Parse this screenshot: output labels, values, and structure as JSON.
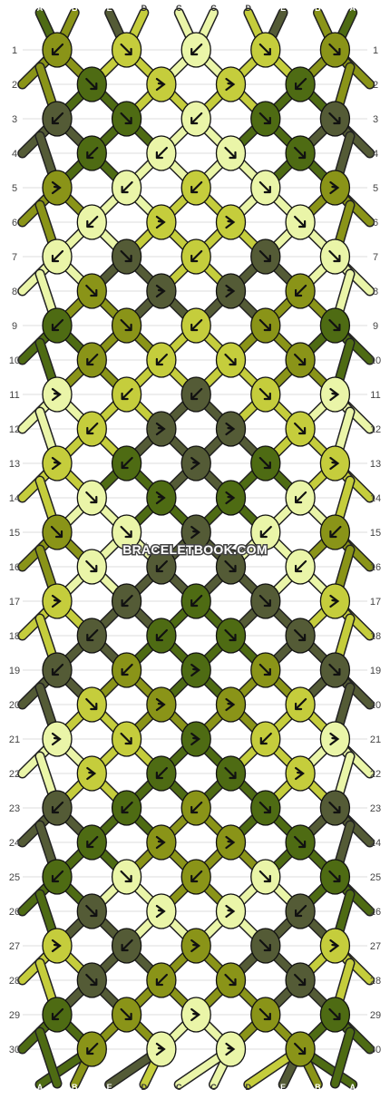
{
  "watermark": "BRACELETBOOK.COM",
  "strand_labels": [
    "A",
    "B",
    "E",
    "D",
    "C",
    "C",
    "D",
    "E",
    "B",
    "A"
  ],
  "strand_colors": {
    "A": "#4e6b13",
    "B": "#8a9418",
    "C": "#eaf5a8",
    "D": "#c5cd3c",
    "E": "#545b36"
  },
  "row_labels": [
    "1",
    "2",
    "3",
    "4",
    "5",
    "6",
    "7",
    "8",
    "9",
    "10",
    "11",
    "12",
    "13",
    "14",
    "15",
    "16",
    "17",
    "18",
    "19",
    "20",
    "21",
    "22",
    "23",
    "24",
    "25",
    "26",
    "27",
    "28",
    "29",
    "30"
  ],
  "knots": [
    [
      {
        "c": "B",
        "d": "sw"
      },
      {
        "c": "D",
        "d": "se"
      },
      {
        "c": "C",
        "d": "sw"
      },
      {
        "c": "D",
        "d": "se"
      },
      {
        "c": "B",
        "d": "se"
      }
    ],
    [
      {
        "c": "A",
        "d": "se"
      },
      {
        "c": "D",
        "d": "sl"
      },
      {
        "c": "D",
        "d": "sl"
      },
      {
        "c": "A",
        "d": "sw"
      }
    ],
    [
      {
        "c": "E",
        "d": "sw"
      },
      {
        "c": "A",
        "d": "se"
      },
      {
        "c": "C",
        "d": "sw"
      },
      {
        "c": "A",
        "d": "se"
      },
      {
        "c": "E",
        "d": "se"
      }
    ],
    [
      {
        "c": "A",
        "d": "sw"
      },
      {
        "c": "C",
        "d": "sw"
      },
      {
        "c": "C",
        "d": "se"
      },
      {
        "c": "A",
        "d": "se"
      }
    ],
    [
      {
        "c": "B",
        "d": "sl"
      },
      {
        "c": "C",
        "d": "sw"
      },
      {
        "c": "D",
        "d": "sw"
      },
      {
        "c": "C",
        "d": "se"
      },
      {
        "c": "B",
        "d": "sl"
      }
    ],
    [
      {
        "c": "C",
        "d": "sw"
      },
      {
        "c": "D",
        "d": "sl"
      },
      {
        "c": "D",
        "d": "sl"
      },
      {
        "c": "C",
        "d": "se"
      }
    ],
    [
      {
        "c": "C",
        "d": "sw"
      },
      {
        "c": "E",
        "d": "se"
      },
      {
        "c": "D",
        "d": "sw"
      },
      {
        "c": "E",
        "d": "se"
      },
      {
        "c": "C",
        "d": "se"
      }
    ],
    [
      {
        "c": "B",
        "d": "se"
      },
      {
        "c": "E",
        "d": "sl"
      },
      {
        "c": "E",
        "d": "sl"
      },
      {
        "c": "B",
        "d": "sw"
      }
    ],
    [
      {
        "c": "A",
        "d": "sw"
      },
      {
        "c": "B",
        "d": "se"
      },
      {
        "c": "D",
        "d": "sw"
      },
      {
        "c": "B",
        "d": "se"
      },
      {
        "c": "A",
        "d": "se"
      }
    ],
    [
      {
        "c": "B",
        "d": "sw"
      },
      {
        "c": "D",
        "d": "sw"
      },
      {
        "c": "D",
        "d": "se"
      },
      {
        "c": "B",
        "d": "se"
      }
    ],
    [
      {
        "c": "C",
        "d": "sl"
      },
      {
        "c": "D",
        "d": "sw"
      },
      {
        "c": "E",
        "d": "sw"
      },
      {
        "c": "D",
        "d": "se"
      },
      {
        "c": "C",
        "d": "sl"
      }
    ],
    [
      {
        "c": "D",
        "d": "sw"
      },
      {
        "c": "E",
        "d": "sl"
      },
      {
        "c": "E",
        "d": "sl"
      },
      {
        "c": "D",
        "d": "se"
      }
    ],
    [
      {
        "c": "D",
        "d": "sl"
      },
      {
        "c": "A",
        "d": "sw"
      },
      {
        "c": "E",
        "d": "sl"
      },
      {
        "c": "A",
        "d": "se"
      },
      {
        "c": "D",
        "d": "sl"
      }
    ],
    [
      {
        "c": "C",
        "d": "se"
      },
      {
        "c": "A",
        "d": "sl"
      },
      {
        "c": "A",
        "d": "sl"
      },
      {
        "c": "C",
        "d": "sw"
      }
    ],
    [
      {
        "c": "B",
        "d": "se"
      },
      {
        "c": "C",
        "d": "se"
      },
      {
        "c": "E",
        "d": "sl"
      },
      {
        "c": "C",
        "d": "sw"
      },
      {
        "c": "B",
        "d": "sw"
      }
    ],
    [
      {
        "c": "C",
        "d": "se"
      },
      {
        "c": "E",
        "d": "sw"
      },
      {
        "c": "E",
        "d": "se"
      },
      {
        "c": "C",
        "d": "sw"
      }
    ],
    [
      {
        "c": "D",
        "d": "sl"
      },
      {
        "c": "E",
        "d": "sw"
      },
      {
        "c": "A",
        "d": "sw"
      },
      {
        "c": "E",
        "d": "se"
      },
      {
        "c": "D",
        "d": "sl"
      }
    ],
    [
      {
        "c": "E",
        "d": "sw"
      },
      {
        "c": "A",
        "d": "sw"
      },
      {
        "c": "A",
        "d": "se"
      },
      {
        "c": "E",
        "d": "se"
      }
    ],
    [
      {
        "c": "E",
        "d": "sw"
      },
      {
        "c": "B",
        "d": "sw"
      },
      {
        "c": "A",
        "d": "sl"
      },
      {
        "c": "B",
        "d": "se"
      },
      {
        "c": "E",
        "d": "se"
      }
    ],
    [
      {
        "c": "D",
        "d": "se"
      },
      {
        "c": "B",
        "d": "sl"
      },
      {
        "c": "B",
        "d": "sl"
      },
      {
        "c": "D",
        "d": "sw"
      }
    ],
    [
      {
        "c": "C",
        "d": "sl"
      },
      {
        "c": "D",
        "d": "se"
      },
      {
        "c": "A",
        "d": "sl"
      },
      {
        "c": "D",
        "d": "sw"
      },
      {
        "c": "C",
        "d": "sl"
      }
    ],
    [
      {
        "c": "D",
        "d": "sl"
      },
      {
        "c": "A",
        "d": "sw"
      },
      {
        "c": "A",
        "d": "se"
      },
      {
        "c": "D",
        "d": "sl"
      }
    ],
    [
      {
        "c": "E",
        "d": "sw"
      },
      {
        "c": "A",
        "d": "sw"
      },
      {
        "c": "B",
        "d": "sw"
      },
      {
        "c": "A",
        "d": "se"
      },
      {
        "c": "E",
        "d": "se"
      }
    ],
    [
      {
        "c": "A",
        "d": "sw"
      },
      {
        "c": "B",
        "d": "sl"
      },
      {
        "c": "B",
        "d": "sl"
      },
      {
        "c": "A",
        "d": "se"
      }
    ],
    [
      {
        "c": "A",
        "d": "sw"
      },
      {
        "c": "C",
        "d": "se"
      },
      {
        "c": "B",
        "d": "sw"
      },
      {
        "c": "C",
        "d": "se"
      },
      {
        "c": "A",
        "d": "se"
      }
    ],
    [
      {
        "c": "E",
        "d": "se"
      },
      {
        "c": "C",
        "d": "sl"
      },
      {
        "c": "C",
        "d": "sl"
      },
      {
        "c": "E",
        "d": "sw"
      }
    ],
    [
      {
        "c": "D",
        "d": "sl"
      },
      {
        "c": "E",
        "d": "sw"
      },
      {
        "c": "B",
        "d": "sl"
      },
      {
        "c": "E",
        "d": "se"
      },
      {
        "c": "D",
        "d": "sl"
      }
    ],
    [
      {
        "c": "E",
        "d": "se"
      },
      {
        "c": "B",
        "d": "sw"
      },
      {
        "c": "B",
        "d": "se"
      },
      {
        "c": "E",
        "d": "se"
      }
    ],
    [
      {
        "c": "A",
        "d": "sw"
      },
      {
        "c": "B",
        "d": "se"
      },
      {
        "c": "C",
        "d": "sl"
      },
      {
        "c": "B",
        "d": "se"
      },
      {
        "c": "A",
        "d": "se"
      }
    ],
    [
      {
        "c": "B",
        "d": "sw"
      },
      {
        "c": "C",
        "d": "sl"
      },
      {
        "c": "C",
        "d": "sl"
      },
      {
        "c": "B",
        "d": "se"
      }
    ]
  ]
}
